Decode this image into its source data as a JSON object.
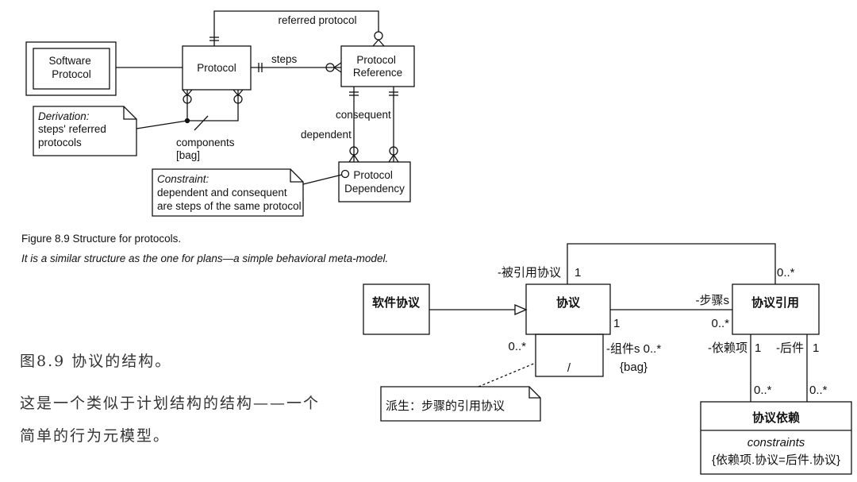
{
  "figure": {
    "title": "Figure 8.9    Structure for protocols.",
    "subtitle": "It is a similar structure as the one for plans—a simple behavioral meta-model."
  },
  "er_diagram": {
    "software_protocol": "Software Protocol",
    "protocol": "Protocol",
    "protocol_reference": "Protocol Reference",
    "protocol_dependency": "Protocol Dependency",
    "referred_protocol": "referred protocol",
    "steps": "steps",
    "components": "components",
    "bag": "[bag]",
    "consequent": "consequent",
    "dependent": "dependent",
    "derivation_title": "Derivation:",
    "derivation_line1": "steps' referred",
    "derivation_line2": "protocols",
    "constraint_title": "Constraint:",
    "constraint_line1": "dependent and consequent",
    "constraint_line2": "are steps of the same protocol"
  },
  "zh_text": {
    "caption_line1": "图8.9 协议的结构。",
    "caption_line2": "这是一个类似于计划结构的结构——一个",
    "caption_line3": "简单的行为元模型。"
  },
  "uml_diagram": {
    "software_protocol": "软件协议",
    "protocol": "协议",
    "protocol_reference": "协议引用",
    "protocol_dependency": "协议依赖",
    "referred_protocol_role": "-被引用协议",
    "mult_referred_1": "1",
    "mult_referred_many": "0..*",
    "steps_role": "-步骤s",
    "mult_steps_1": "1",
    "mult_steps_many": "0..*",
    "mult_components_many": "0..*",
    "components_role": "-组件s 0..*",
    "bag": "{bag}",
    "derived_slash": "/",
    "dependent_role": "-依赖项",
    "mult_dependent_1": "1",
    "consequent_role": "-后件",
    "mult_consequent_1": "1",
    "mult_dep_many": "0..*",
    "mult_con_many": "0..*",
    "constraints_label": "constraints",
    "constraint_text": "{依赖项.协议=后件.协议}",
    "derivation_note": "派生：步骤的引用协议"
  }
}
